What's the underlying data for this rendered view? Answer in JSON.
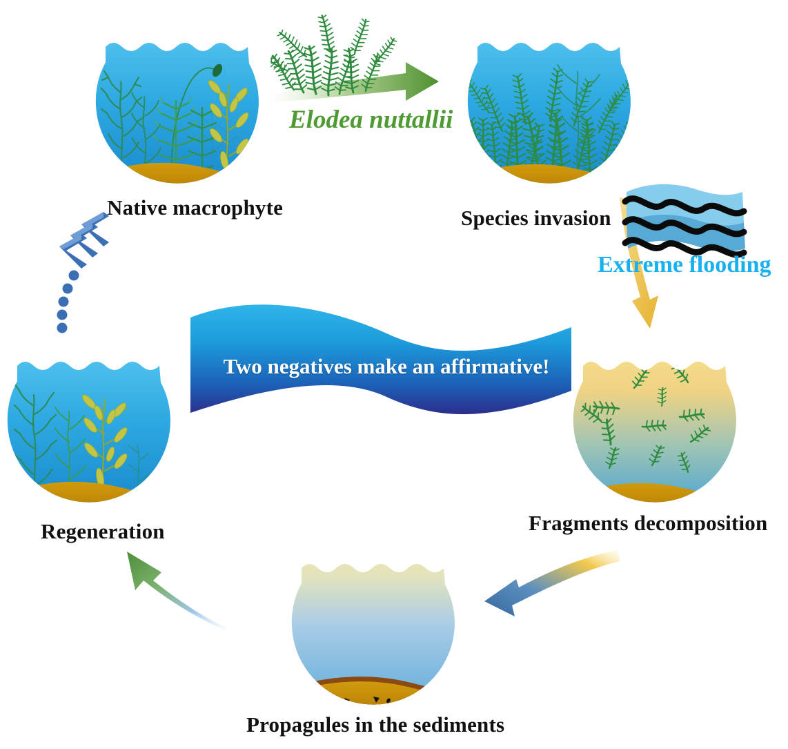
{
  "figure": {
    "type": "conceptual-cycle-diagram",
    "background_color": "#ffffff",
    "banner": {
      "text": "Two negatives make an affirmative!",
      "text_color": "#ffffff",
      "gradient_top": "#29ADE4",
      "gradient_bottom": "#2B2E8C"
    }
  },
  "nodes": [
    {
      "id": "native-macrophyte",
      "label": "Native macrophyte",
      "scene": "clear blue water with native submerged macrophytes rooted in golden sediment",
      "water_top_color": "#4FC3F0",
      "water_bottom_color": "#1E8FD0",
      "sediment_color": "#C99009",
      "plant_colors": [
        "#2E8B57",
        "#5CAF46",
        "#C3C544"
      ]
    },
    {
      "id": "species-invasion",
      "label": "Species invasion",
      "scene": "blue water densely filled with invasive Elodea nuttallii stems over golden sediment",
      "water_top_color": "#4FC3F0",
      "water_bottom_color": "#1E8FD0",
      "sediment_color": "#C99009",
      "plant_colors": [
        "#2E8B57",
        "#1F7A45"
      ]
    },
    {
      "id": "fragments-decomposition",
      "label": "Fragments decomposition",
      "scene": "turbid yellow-to-blue water with scattered decomposing plant fragments above golden sediment",
      "water_top_color": "#F5DC84",
      "water_bottom_color": "#4FA8D8",
      "sediment_color": "#C99009",
      "fragment_color": "#2E8B3E"
    },
    {
      "id": "propagules-in-sediments",
      "label": "Propagules in the sediments",
      "scene": "pale water column with a brown-capped golden sediment layer containing dark propagules",
      "water_top_color": "#F3E4A8",
      "water_bottom_color": "#63AEDC",
      "sediment_color": "#C99009",
      "sediment_cap_color": "#8B4A12",
      "propagule_color": "#1A1A1A"
    },
    {
      "id": "regeneration",
      "label": "Regeneration",
      "scene": "clear blue water with regenerating native macrophytes rooted in golden sediment",
      "water_top_color": "#4FC3F0",
      "water_bottom_color": "#1E8FD0",
      "sediment_color": "#C99009",
      "plant_colors": [
        "#2E8B57",
        "#5CAF46",
        "#C3C544"
      ]
    }
  ],
  "transitions": [
    {
      "id": "elodea-introduction",
      "label": "Elodea nuttallii",
      "label_color": "#4E9A33",
      "icon": "elodea-plant-cluster",
      "arrow": "green-right-arrow",
      "arrow_color": "#4E9A33",
      "from": "native-macrophyte",
      "to": "species-invasion"
    },
    {
      "id": "extreme-flooding",
      "label": "Extreme flooding",
      "label_color": "#18B0EE",
      "icon": "flood-wave-icon",
      "icon_colors": [
        "#86CCEC",
        "#57A9D6",
        "#000000"
      ],
      "arrow": "yellow-down-arrow",
      "arrow_color": "#EFC44D",
      "from": "species-invasion",
      "to": "fragments-decomposition"
    },
    {
      "id": "fragments-settle",
      "label": "",
      "arrow": "blue-down-left-arrow",
      "arrow_color_start": "#F2C94C",
      "arrow_color_end": "#3A72A8",
      "from": "fragments-decomposition",
      "to": "propagules-in-sediments"
    },
    {
      "id": "propagules-regrow",
      "label": "",
      "arrow": "green-up-left-arrow",
      "arrow_color_start": "#9FC6E8",
      "arrow_color_end": "#4E8F3A",
      "from": "propagules-in-sediments",
      "to": "regeneration"
    },
    {
      "id": "recovery-to-native",
      "label": "",
      "arrow": "blue-chevrons-with-dots",
      "arrow_color": "#3B6FB5",
      "from": "regeneration",
      "to": "native-macrophyte"
    }
  ]
}
